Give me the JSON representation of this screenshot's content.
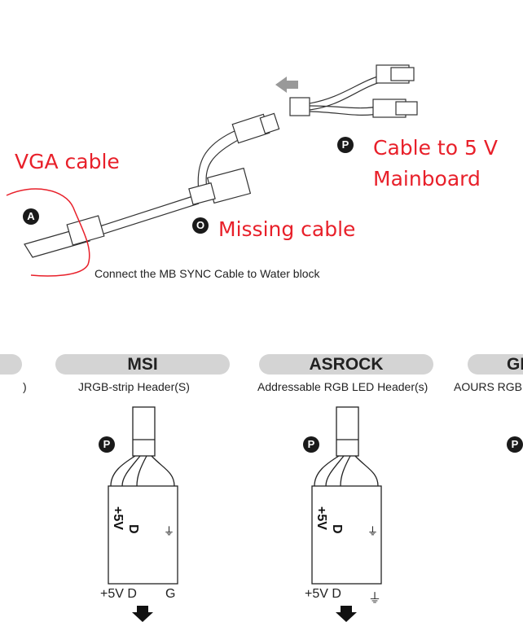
{
  "annotations": {
    "vga": "VGA cable",
    "cable_5v_line1": "Cable to 5 V",
    "cable_5v_line2": "Mainboard",
    "missing": "Missing cable",
    "color": "#e8202a"
  },
  "markers": {
    "a": "A",
    "o": "O",
    "p": "P"
  },
  "caption": "Connect the MB SYNC Cable to Water block",
  "brands": [
    {
      "name": "MSI",
      "header": "JRGB-strip Header(S)",
      "pins": "+5V D",
      "ground": "G"
    },
    {
      "name": "ASROCK",
      "header": "Addressable RGB LED Header(s)",
      "pins": "+5V D",
      "ground": "⏚"
    },
    {
      "name": "GI",
      "header": "AOURS RGB"
    }
  ],
  "left_partial": {
    "pill": "",
    "header": ")"
  },
  "box_labels": {
    "v5": "+5V",
    "d": "D",
    "gnd": "⏚"
  }
}
